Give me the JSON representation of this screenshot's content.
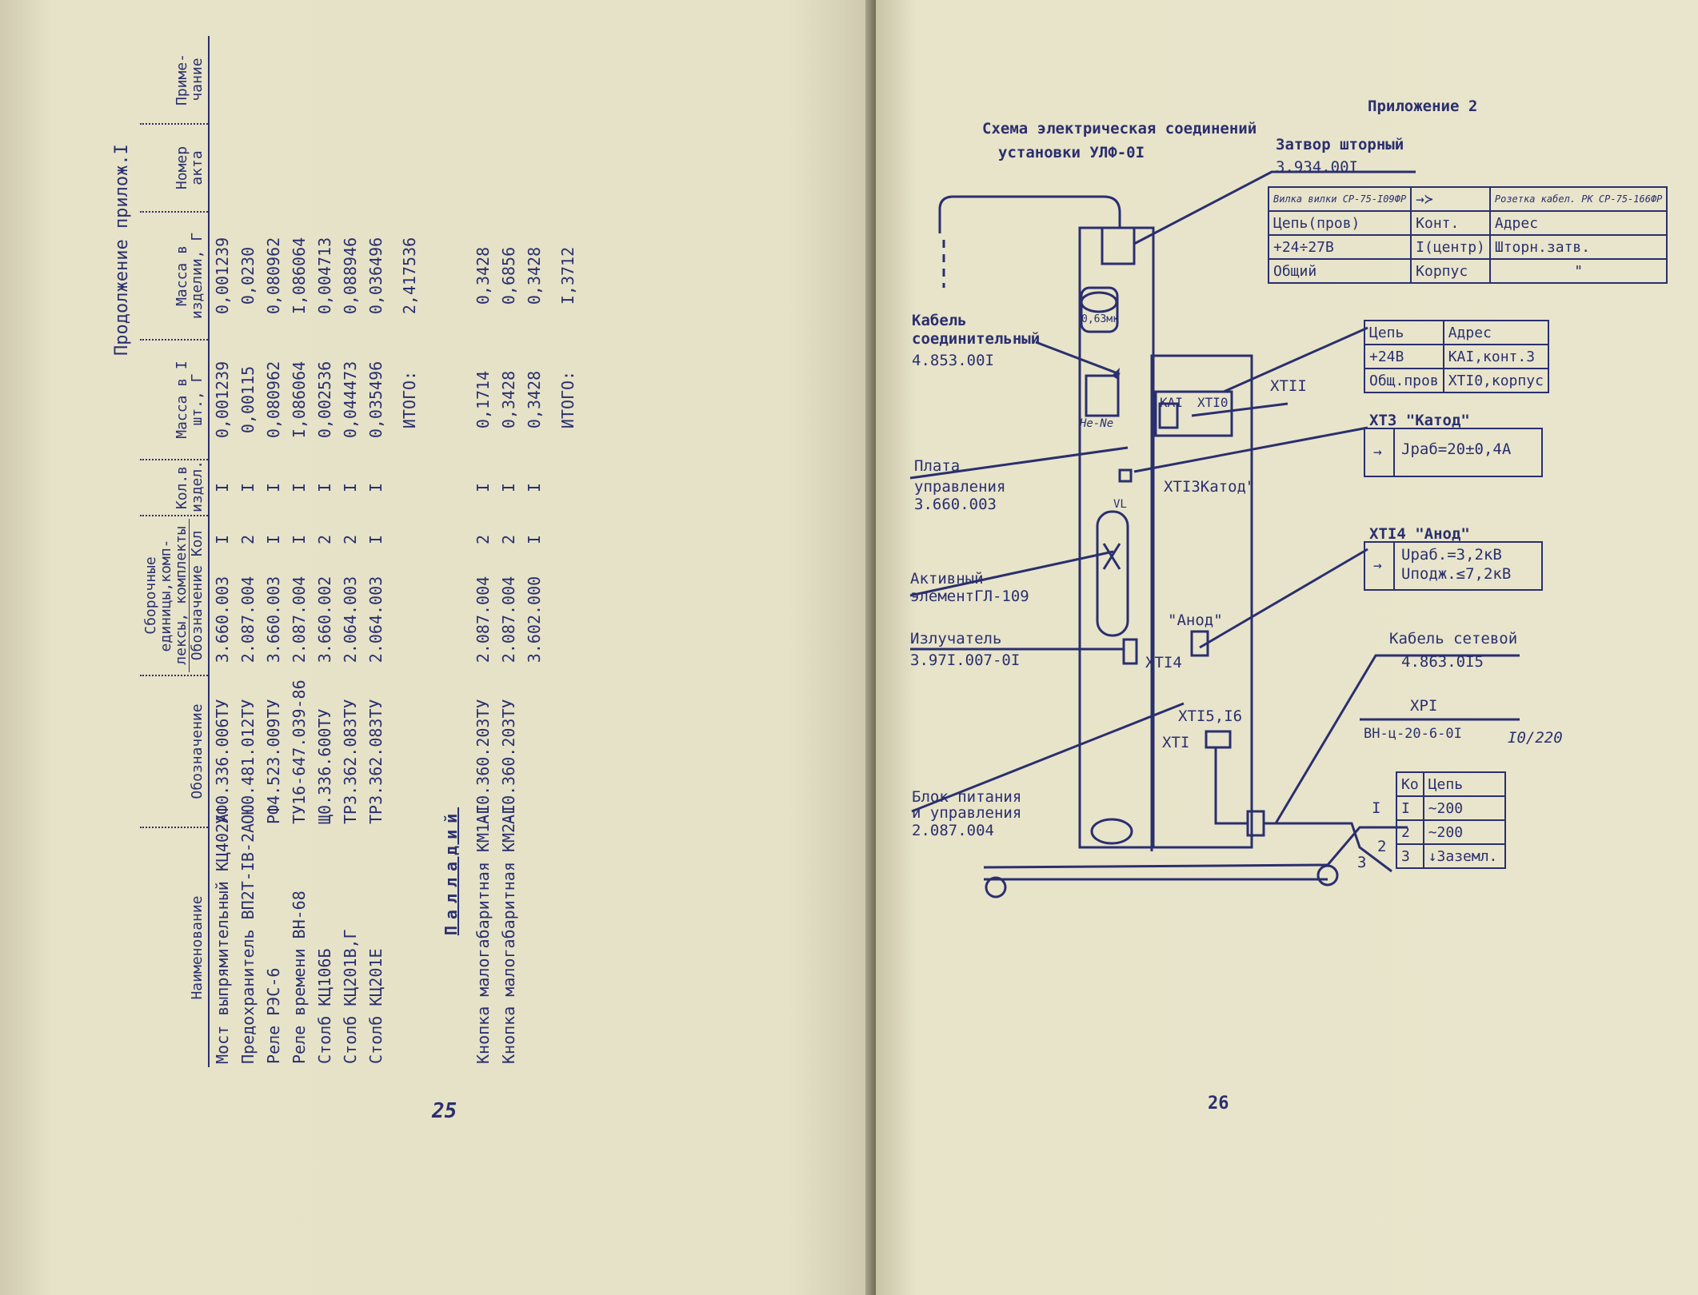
{
  "left": {
    "title": "Продолжение прилож.I",
    "headers": {
      "name": "Наименование",
      "designation": "Обозначение",
      "group": "Сборочные единицы,комп-лексы, комплекты",
      "sub_designation": "Обозначение",
      "sub_qty": "Кол",
      "qty_in_item": "Кол.в издел.",
      "mass_unit": "Масса в I шт., Г",
      "mass_item": "Масса в изделии, Г",
      "act": "Номер акта",
      "note": "Приме-чание"
    },
    "rows": [
      {
        "name": "Мост выпрямительный КЦ402А",
        "designation": "УФ0.336.006ТУ",
        "sub": "3.660.003",
        "qty": "I",
        "qty_item": "I",
        "mass_unit": "0,001239",
        "mass_item": "0,001239"
      },
      {
        "name": "Предохранитель ВП2Т-IВ-2А",
        "designation": "ОЮ0.481.012ТУ",
        "sub": "2.087.004",
        "qty": "2",
        "qty_item": "I",
        "mass_unit": "0,00115",
        "mass_item": "0,0230"
      },
      {
        "name": "Реле РЭС-6",
        "designation": "РФ4.523.009ТУ",
        "sub": "3.660.003",
        "qty": "I",
        "qty_item": "I",
        "mass_unit": "0,080962",
        "mass_item": "0,080962"
      },
      {
        "name": "Реле времени ВН-68",
        "designation": "ТУ16-647.039-86",
        "sub": "2.087.004",
        "qty": "I",
        "qty_item": "I",
        "mass_unit": "I,086064",
        "mass_item": "I,086064"
      },
      {
        "name": "Столб КЦ106Б",
        "designation": "Щ0.336.600ТУ",
        "sub": "3.660.002",
        "qty": "2",
        "qty_item": "I",
        "mass_unit": "0,002536",
        "mass_item": "0,004713"
      },
      {
        "name": "Столб КЦ201В,Г",
        "designation": "ТР3.362.083ТУ",
        "sub": "2.064.003",
        "qty": "2",
        "qty_item": "I",
        "mass_unit": "0,044473",
        "mass_item": "0,088946"
      },
      {
        "name": "Столб КЦ201Е",
        "designation": "ТР3.362.083ТУ",
        "sub": "2.064.003",
        "qty": "I",
        "qty_item": "I",
        "mass_unit": "0,035496",
        "mass_item": "0,036496"
      }
    ],
    "total1_label": "ИТОГО:",
    "total1_value": "2,417536",
    "section": "Палладий",
    "rows2": [
      {
        "name": "Кнопка малогабаритная КМ1-I",
        "designation": "АГ0.360.203ТУ",
        "sub": "2.087.004",
        "qty": "2",
        "qty_item": "I",
        "mass_unit": "0,1714",
        "mass_item": "0,3428"
      },
      {
        "name": "Кнопка малогабаритная КМ2-I",
        "designation": "АГ0.360.203ТУ",
        "sub": "2.087.004",
        "qty": "2",
        "qty_item": "I",
        "mass_unit": "0,3428",
        "mass_item": "0,6856"
      },
      {
        "name": "",
        "designation": "",
        "sub": "3.602.000",
        "qty": "I",
        "qty_item": "I",
        "mass_unit": "0,3428",
        "mass_item": "0,3428"
      }
    ],
    "total2_label": "ИТОГО:",
    "total2_value": "I,3712",
    "page_number": "25"
  },
  "right": {
    "appendix": "Приложение  2",
    "title_line1": "Схема электрическая соединений",
    "title_line2": "установки УЛФ-0I",
    "shutter_label": "Затвор шторный",
    "shutter_code": "3.934.00I",
    "cable_label1": "Кабель",
    "cable_label2": "соединительный",
    "cable_code": "4.853.00I",
    "board_label1": "Плата",
    "board_label2": "управления",
    "board_code": "3.660.003",
    "active_label1": "Активный",
    "active_label2": "элементГЛ-109",
    "emitter_label": "Излучатель",
    "emitter_code": "3.97I.007-0I",
    "psu_label1": "Блок питания",
    "psu_label2": "и управления",
    "psu_code": "2.087.004",
    "power_cable_label": "Кабель сетевой",
    "power_cable_code": "4.863.0I5",
    "xp1": "XPI",
    "xp1_code": "ВН-ц-20-6-0I",
    "voltage": "I0/220",
    "xt11": "XTII",
    "xt3_head": "XT3 \"Катод\"",
    "xt3_val": "Jраб=20±0,4А",
    "xt14_head": "XTI4 \"Анод\"",
    "xt14_val1": "Uраб.=3,2кВ",
    "xt14_val2": "Uподж.≤7,2кВ",
    "xt13_label": "XTI3Катод\"",
    "anod_label": "\"Анод\"",
    "xt14_small": "XTI4",
    "xt15_label": "XTI5,I6",
    "xt1_label": "XTI",
    "ka1": "KAI",
    "xt10": "XTI0",
    "lamp": "0,63мк",
    "hene": "He-Ne",
    "vl": "VL",
    "t1_headers": [
      "Вилка вилки СР-75-I09ФР",
      "→≻",
      "Розетка кабел. РК СР-75-166ФР"
    ],
    "t1_header2": [
      "Цепь(пров)",
      "Конт.",
      "Адрес"
    ],
    "t1_rows": [
      [
        "+24÷27В",
        "I(центр)",
        "Шторн.затв."
      ],
      [
        "Общий",
        "Корпус",
        "\""
      ]
    ],
    "t2_headers": [
      "Цепь",
      "Адрес"
    ],
    "t2_rows": [
      [
        "+24В",
        "KAI,конт.3"
      ],
      [
        "Общ.пров",
        "XTI0,корпус"
      ]
    ],
    "t3_headers": [
      "Ко",
      "Цепь"
    ],
    "t3_rows": [
      [
        "I",
        "~200"
      ],
      [
        "2",
        "~200"
      ],
      [
        "3",
        "↓Заземл."
      ]
    ],
    "mark1": "I",
    "mark2": "2",
    "mark3": "3",
    "page_number": "26"
  }
}
